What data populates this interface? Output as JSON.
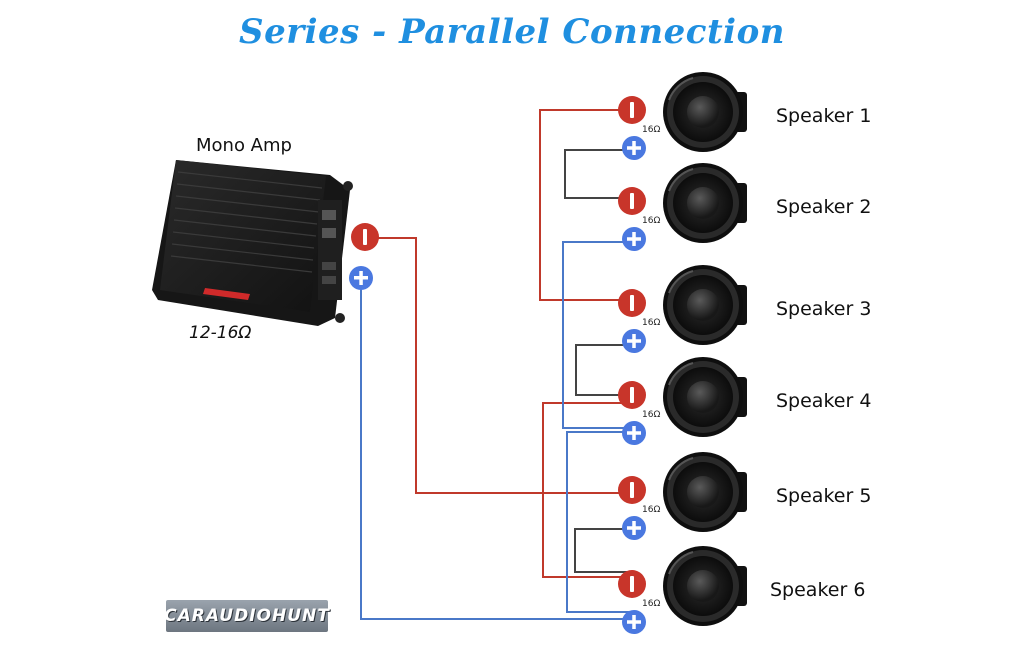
{
  "title": "Series - Parallel Connection",
  "amp": {
    "label": "Mono Amp",
    "impedance": "12-16Ω"
  },
  "speaker_impedance": "16Ω",
  "speakers": [
    {
      "label": "Speaker 1"
    },
    {
      "label": "Speaker 2"
    },
    {
      "label": "Speaker 3"
    },
    {
      "label": "Speaker 4"
    },
    {
      "label": "Speaker 5"
    },
    {
      "label": "Speaker 6"
    }
  ],
  "logo": {
    "text": "CARAUDIOHUNT"
  },
  "colors": {
    "title": "#1f8fe0",
    "negative_wire": "#c0392b",
    "positive_wire": "#4a78c8",
    "series_jumper": "#444444",
    "negative_terminal": "#c8352a",
    "positive_terminal": "#4a78e0"
  },
  "icons": {
    "negative": "minus-terminal-icon",
    "positive": "plus-terminal-icon"
  }
}
